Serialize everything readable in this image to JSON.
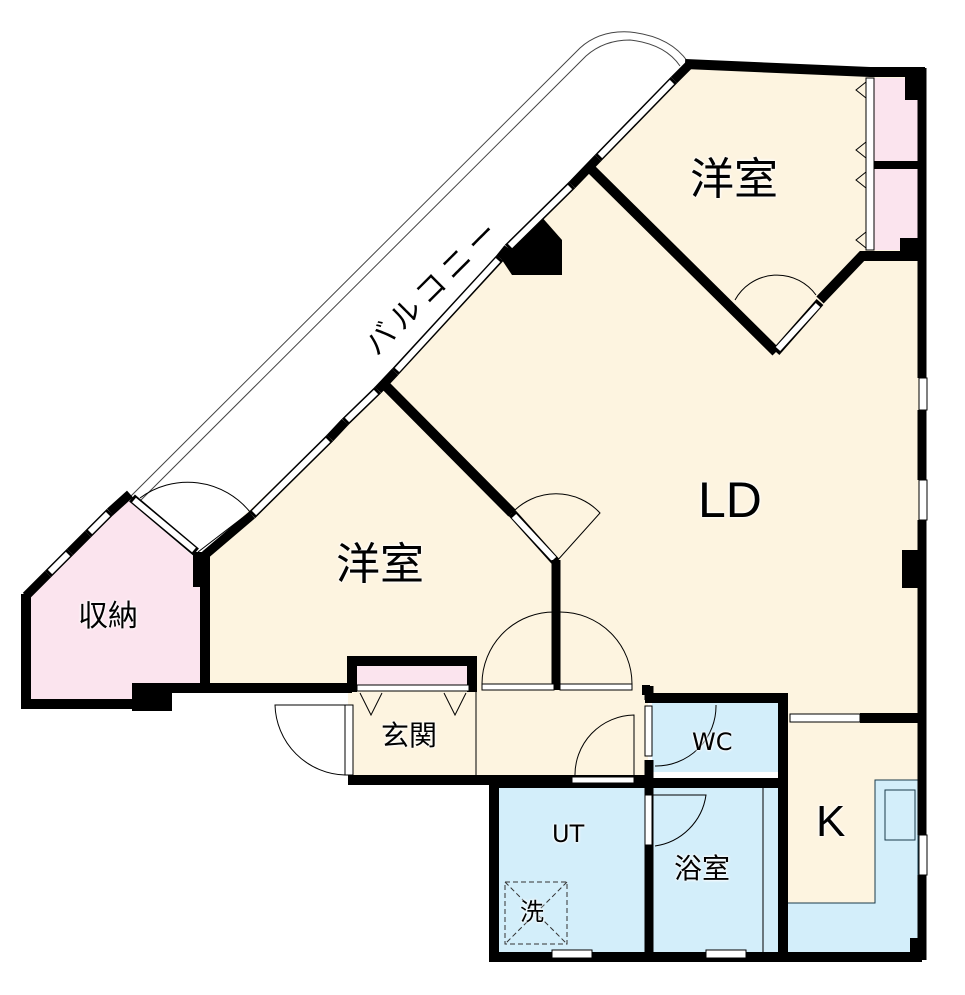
{
  "colors": {
    "living_floor": "#fdf4e0",
    "storage_floor": "#fbe4ee",
    "wet_floor": "#d3eefa",
    "wall": "#000000",
    "window": "#ffffff",
    "background": "#ffffff"
  },
  "rooms": {
    "western_room_top": {
      "label": "洋室"
    },
    "western_room_left": {
      "label": "洋室"
    },
    "living_dining": {
      "label": "LD"
    },
    "storage": {
      "label": "収納"
    },
    "entrance": {
      "label": "玄関"
    },
    "toilet": {
      "label": "WC"
    },
    "utility": {
      "label": "UT"
    },
    "washer": {
      "label": "洗"
    },
    "bathroom": {
      "label": "浴室"
    },
    "kitchen": {
      "label": "K"
    }
  },
  "balcony": {
    "label": "バルコニー"
  }
}
